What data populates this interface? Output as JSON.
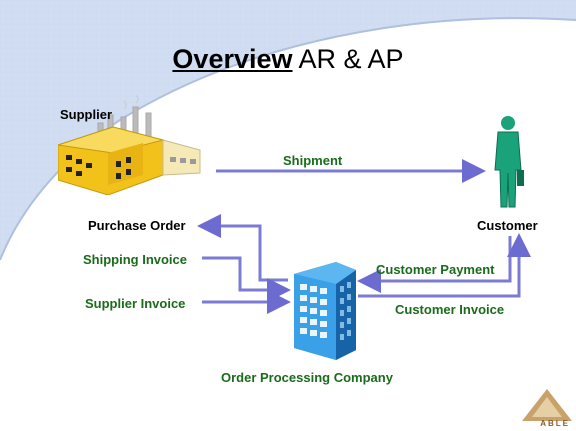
{
  "title": {
    "bold": "Overview",
    "rest": " AR & AP"
  },
  "labels": {
    "supplier": "Supplier",
    "shipment": "Shipment",
    "customer": "Customer",
    "purchase_order": "Purchase Order",
    "shipping_invoice": "Shipping Invoice",
    "supplier_invoice": "Supplier Invoice",
    "customer_payment": "Customer Payment",
    "customer_invoice": "Customer Invoice",
    "order_processing": "Order Processing Company"
  },
  "logo": {
    "text": "ABLE"
  },
  "colors": {
    "arrow": "#7b7bd6",
    "green_text": "#1a6b1a",
    "building": "#3aa0e8",
    "factory": "#f2c21a",
    "customer": "#1aa37a"
  },
  "icons": [
    "factory-icon",
    "person-icon",
    "building-icon",
    "able-logo-icon"
  ]
}
